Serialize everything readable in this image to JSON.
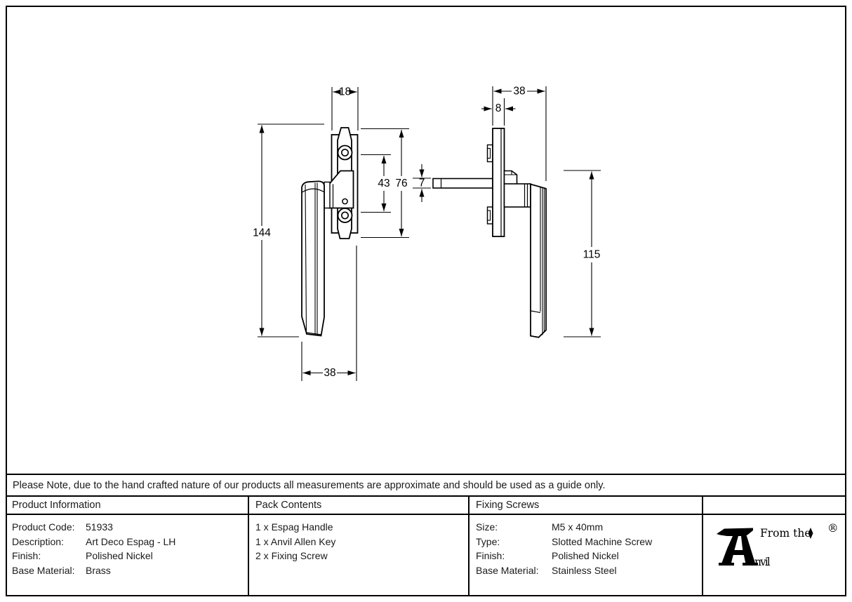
{
  "note": {
    "text": "Please Note, due to the hand crafted nature of our products all measurements are approximate and should be used as a guide only."
  },
  "drawings": {
    "front_view": {
      "width_top": "18",
      "hole_spacing": "43",
      "plate_height": "76",
      "spindle_size": "7",
      "total_height": "144",
      "projection": "38"
    },
    "side_view": {
      "projection": "38",
      "plate_depth": "8",
      "handle_drop": "115"
    }
  },
  "table": {
    "product_information": {
      "header": "Product Information",
      "rows": [
        {
          "label": "Product Code:",
          "value": "51933"
        },
        {
          "label": "Description:",
          "value": "Art Deco Espag - LH"
        },
        {
          "label": "Finish:",
          "value": "Polished Nickel"
        },
        {
          "label": "Base Material:",
          "value": "Brass"
        }
      ]
    },
    "pack_contents": {
      "header": "Pack Contents",
      "items": [
        "1 x Espag Handle",
        "1 x Anvil Allen Key",
        "2 x Fixing Screw"
      ]
    },
    "fixing_screws": {
      "header": "Fixing Screws",
      "rows": [
        {
          "label": "Size:",
          "value": "M5 x 40mm"
        },
        {
          "label": "Type:",
          "value": "Slotted Machine Screw"
        },
        {
          "label": "Finish:",
          "value": "Polished Nickel"
        },
        {
          "label": "Base Material:",
          "value": "Stainless Steel"
        }
      ]
    }
  },
  "logo": {
    "from_the": "From the",
    "brand_suffix": "nvil",
    "registered": "®"
  }
}
